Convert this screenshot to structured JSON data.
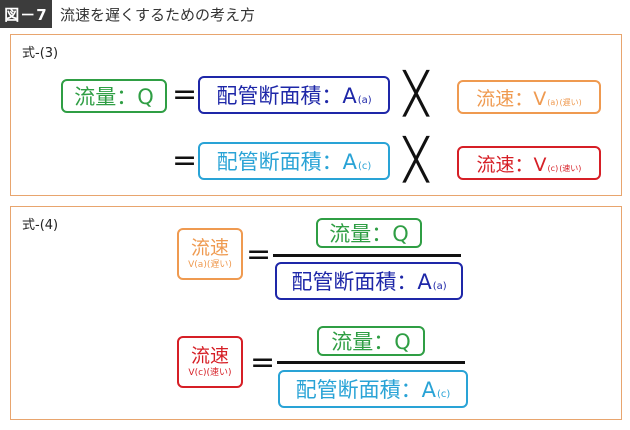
{
  "header": {
    "tag": "図－7",
    "title": "流速を遅くするための考え方"
  },
  "panel1": {
    "label": "式-(3)",
    "row1": {
      "flow_box": "流量：Q",
      "area_box": {
        "main": "配管断面積：A",
        "sub": "(a)"
      },
      "velocity_box": {
        "main": "流速：V",
        "sub": "(a)",
        "note": "(遅い)"
      }
    },
    "row2": {
      "area_box": {
        "main": "配管断面積：A",
        "sub": "(c)"
      },
      "velocity_box": {
        "main": "流速：V",
        "sub": "(c)",
        "note": "(速い)"
      }
    },
    "equals": "=",
    "times": "╳"
  },
  "panel2": {
    "label": "式-(4)",
    "frac1": {
      "velocity": {
        "main": "流速",
        "sub": "V(a)(遅い)"
      },
      "numerator": "流量：Q",
      "denominator": {
        "main": "配管断面積：A",
        "sub": "(a)"
      }
    },
    "frac2": {
      "velocity": {
        "main": "流速",
        "sub": "V(c)(速い)"
      },
      "numerator": "流量：Q",
      "denominator": {
        "main": "配管断面積：A",
        "sub": "(c)"
      }
    },
    "equals": "="
  },
  "colors": {
    "flow": "#2f9e44",
    "area_a": "#1e27a8",
    "area_c": "#29a3d6",
    "velocity_slow": "#ef9a50",
    "velocity_fast": "#d61f26",
    "panel_border": "#e8a56e"
  }
}
